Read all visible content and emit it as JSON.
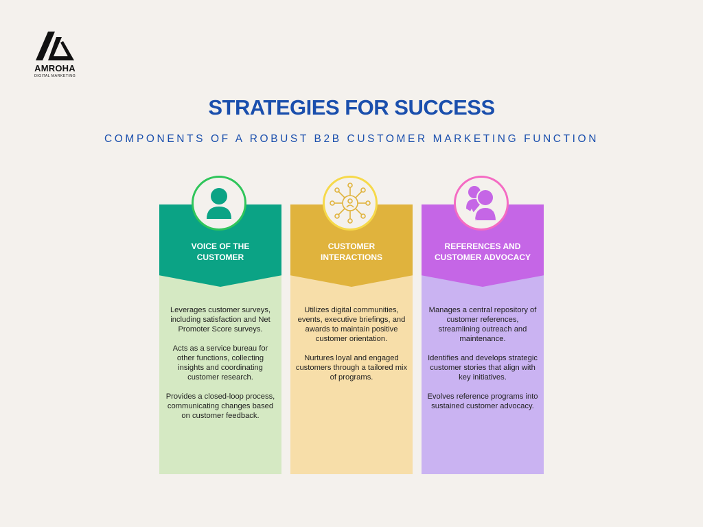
{
  "brand": {
    "name": "AMROHA",
    "tagline": "DIGITAL MARKETING"
  },
  "header": {
    "title": "STRATEGIES FOR SUCCESS",
    "subtitle": "COMPONENTS OF A ROBUST B2B CUSTOMER MARKETING FUNCTION"
  },
  "colors": {
    "title": "#1a4fad",
    "background": "#f4f1ed",
    "col1_band": "#0ba385",
    "col1_body": "#d5e9c3",
    "col1_ring": "#2fc55a",
    "col2_band": "#e0b33d",
    "col2_body": "#f7dea9",
    "col2_ring": "#f6d94a",
    "col3_band": "#c566e6",
    "col3_body": "#cab3f2",
    "col3_ring": "#f46bc3"
  },
  "columns": [
    {
      "icon": "person-icon",
      "heading_line1": "VOICE OF THE",
      "heading_line2": "CUSTOMER",
      "paragraphs": [
        "Leverages customer surveys, including satisfaction and Net Promoter Score surveys.",
        "Acts as a service bureau for other functions, collecting insights and coordinating customer research.",
        "Provides a closed-loop process, communicating changes based on customer feedback."
      ]
    },
    {
      "icon": "network-person-icon",
      "heading_line1": "CUSTOMER",
      "heading_line2": "INTERACTIONS",
      "paragraphs": [
        "Utilizes digital communities, events, executive briefings, and awards to maintain positive customer orientation.",
        "Nurtures loyal and engaged customers through a tailored mix of programs."
      ]
    },
    {
      "icon": "users-referral-icon",
      "heading_line1": "REFERENCES AND",
      "heading_line2": "CUSTOMER ADVOCACY",
      "paragraphs": [
        "Manages a central repository of customer references, streamlining outreach and maintenance.",
        "Identifies and develops strategic customer stories that align with key initiatives.",
        "Evolves reference programs into sustained customer advocacy."
      ]
    }
  ]
}
